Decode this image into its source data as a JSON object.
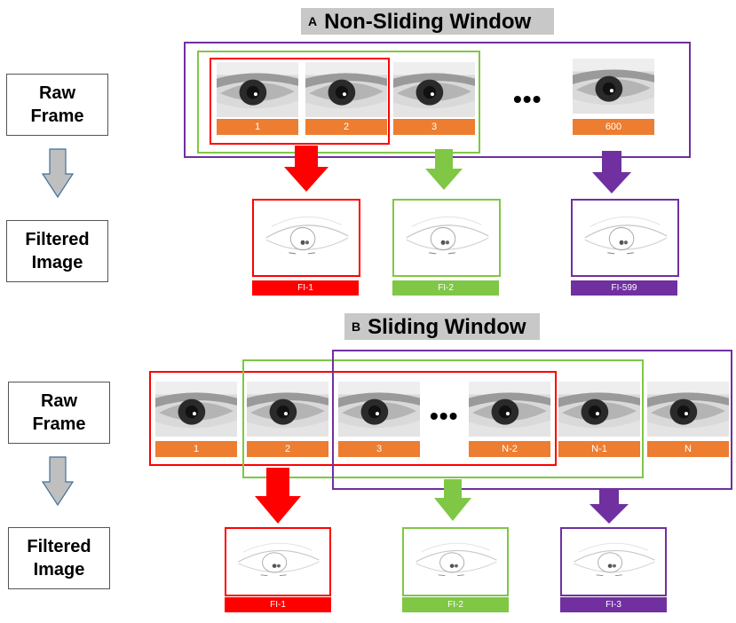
{
  "colors": {
    "red": "#ff0000",
    "green": "#7fc745",
    "purple": "#7030a0",
    "orange": "#ed7d31",
    "gray_arrow": "#bfbfbf",
    "title_bg": "#c8c8c8"
  },
  "left_labels": {
    "raw_frame": "Raw\nFrame",
    "filtered_image": "Filtered\nImage"
  },
  "panel_a": {
    "letter": "A",
    "title": "Non-Sliding Window",
    "frames": [
      "1",
      "2",
      "3",
      "600"
    ],
    "ellipsis": "•••",
    "filtered": [
      "FI-1",
      "FI-2",
      "FI-599"
    ]
  },
  "panel_b": {
    "letter": "B",
    "title": "Sliding Window",
    "frames": [
      "1",
      "2",
      "3",
      "N-2",
      "N-1",
      "N"
    ],
    "ellipsis": "•••",
    "filtered": [
      "FI-1",
      "FI-2",
      "FI-3"
    ]
  }
}
